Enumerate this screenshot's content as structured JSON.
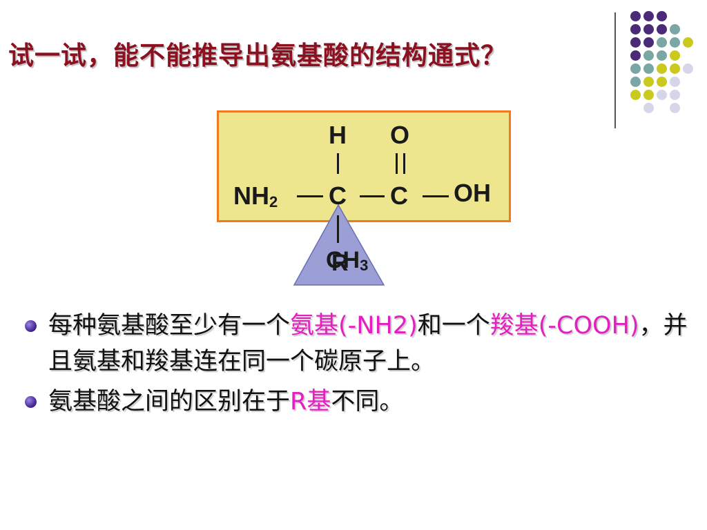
{
  "slide": {
    "title": "试一试，能不能推导出氨基酸的结构通式？"
  },
  "formula": {
    "H": "H",
    "O": "O",
    "NH": "NH",
    "sub2": "2",
    "C1": "C",
    "C2": "C",
    "OH": "OH",
    "R": "R",
    "CH": "CH",
    "sub3": "3"
  },
  "bullets": [
    {
      "t1": "每种氨基酸至少有一个",
      "h1": "氨基(-NH2)",
      "t2": "和一个",
      "h2": "羧基(-COOH)",
      "t3": "，并且氨基和羧基连在同一个碳原子上。"
    },
    {
      "t1": "氨基酸之间的区别在于",
      "h1": "R基",
      "t2": "不同。"
    }
  ],
  "colors": {
    "title": "#8b1020",
    "highlight": "#e21fbf",
    "box_fill": "#ede68e",
    "box_border": "#f07a1c",
    "triangle_fill": "#9b9fd6",
    "dot_purple": "#4b2a78",
    "dot_teal": "#7aa6a6",
    "dot_yellow": "#c9c91e",
    "dot_lavender": "#d6d6e8"
  }
}
